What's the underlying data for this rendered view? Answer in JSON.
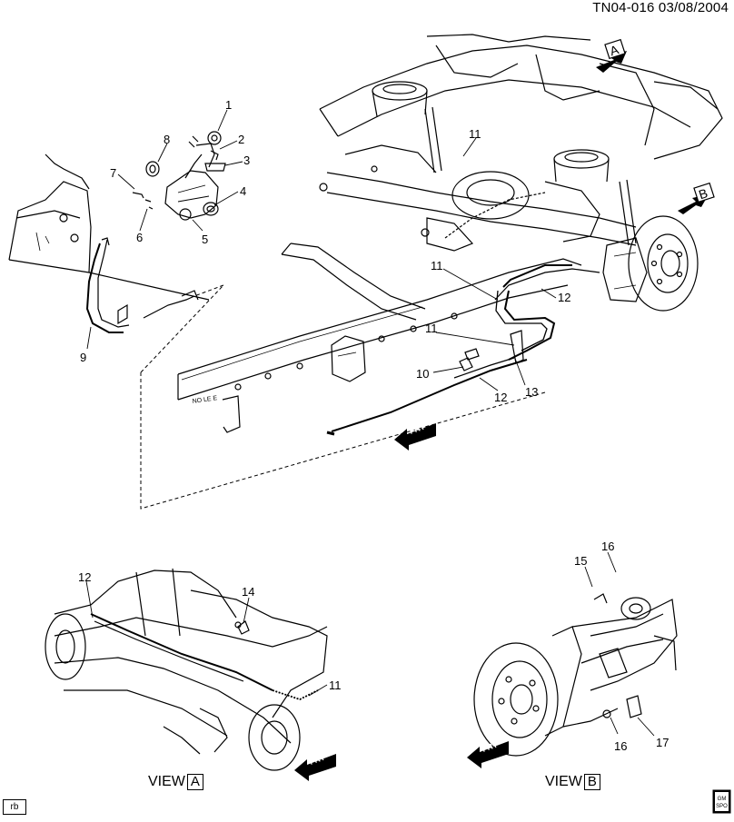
{
  "header": {
    "code": "TN04-016",
    "date": "03/08/2004"
  },
  "callouts": [
    "1",
    "2",
    "3",
    "4",
    "5",
    "6",
    "7",
    "8",
    "9",
    "10",
    "11",
    "11",
    "11",
    "11",
    "12",
    "12",
    "12",
    "13",
    "14",
    "15",
    "16",
    "16",
    "17"
  ],
  "view_a": {
    "prefix": "VIEW",
    "letter": "A"
  },
  "view_b": {
    "prefix": "VIEW",
    "letter": "B"
  },
  "view_markers": [
    "A",
    "B"
  ],
  "arrow_text": "FRT",
  "frame_stencil": "NO LE E",
  "corner_tag": "rb",
  "logo_text": [
    "GM",
    "SPO"
  ]
}
